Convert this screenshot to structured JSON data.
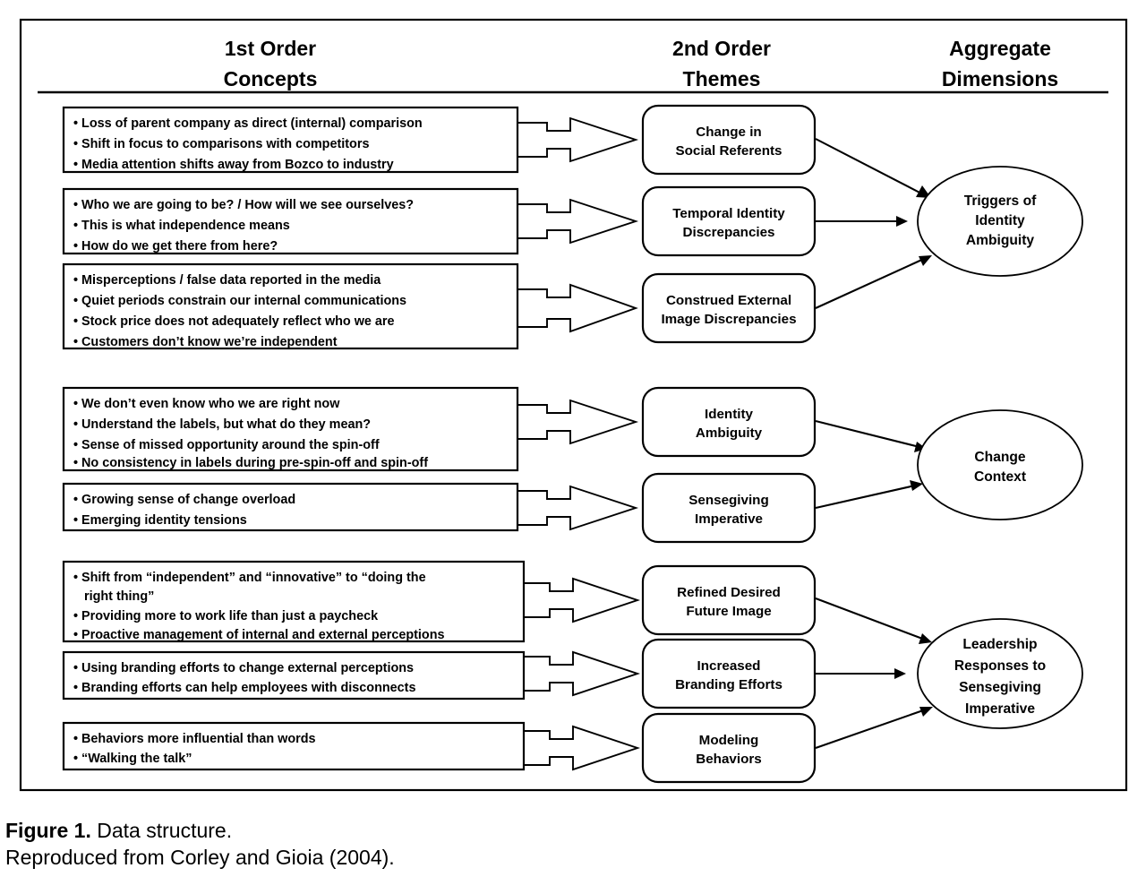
{
  "figure": {
    "headers": [
      {
        "line1": "1st Order",
        "line2": "Concepts"
      },
      {
        "line1": "2nd Order",
        "line2": "Themes"
      },
      {
        "line1": "Aggregate",
        "line2": "Dimensions"
      }
    ],
    "first_order_concepts": [
      {
        "id": "concept-social-referents",
        "bullets": [
          "Loss of parent company as direct (internal) comparison",
          "Shift in focus to comparisons with competitors",
          "Media attention shifts away from Bozco to industry"
        ]
      },
      {
        "id": "concept-temporal-identity",
        "bullets": [
          "Who we are going to be? / How will we see ourselves?",
          "This is what independence means",
          "How do we get there from here?"
        ]
      },
      {
        "id": "concept-construed-external-image",
        "bullets": [
          "Misperceptions / false data reported in the media",
          "Quiet periods constrain our internal communications",
          "Stock price does not adequately reflect who we are",
          "Customers don’t know we’re independent"
        ]
      },
      {
        "id": "concept-identity-ambiguity",
        "bullets": [
          "We don’t even know who we are right now",
          "Understand the labels, but what do they mean?",
          "Sense of missed opportunity around the spin-off",
          "No consistency in labels during pre-spin-off and spin-off"
        ]
      },
      {
        "id": "concept-sensegiving-imperative",
        "bullets": [
          "Growing sense of change overload",
          "Emerging identity tensions"
        ]
      },
      {
        "id": "concept-refined-desired-future-image",
        "bullets": [
          "Shift from “independent” and “innovative” to “doing the right thing”",
          "Providing more to work life than just a paycheck",
          "Proactive management of internal and external perceptions"
        ]
      },
      {
        "id": "concept-increased-branding-efforts",
        "bullets": [
          "Using branding efforts to change external perceptions",
          "Branding efforts can help employees with disconnects"
        ]
      },
      {
        "id": "concept-modeling-behaviors",
        "bullets": [
          "Behaviors more influential than words",
          "“Walking the talk”"
        ]
      }
    ],
    "second_order_themes": [
      {
        "id": "theme-change-in-social-referents",
        "lines": [
          "Change in",
          "Social Referents"
        ]
      },
      {
        "id": "theme-temporal-identity-discrepancies",
        "lines": [
          "Temporal Identity",
          "Discrepancies"
        ]
      },
      {
        "id": "theme-construed-external-image-discrepancies",
        "lines": [
          "Construed External",
          "Image Discrepancies"
        ]
      },
      {
        "id": "theme-identity-ambiguity",
        "lines": [
          "Identity",
          "Ambiguity"
        ]
      },
      {
        "id": "theme-sensegiving-imperative",
        "lines": [
          "Sensegiving",
          "Imperative"
        ]
      },
      {
        "id": "theme-refined-desired-future-image",
        "lines": [
          "Refined Desired",
          "Future Image"
        ]
      },
      {
        "id": "theme-increased-branding-efforts",
        "lines": [
          "Increased",
          "Branding Efforts"
        ]
      },
      {
        "id": "theme-modeling-behaviors",
        "lines": [
          "Modeling",
          "Behaviors"
        ]
      }
    ],
    "aggregate_dimensions": [
      {
        "id": "dimension-triggers-of-identity-ambiguity",
        "lines": [
          "Triggers of",
          "Identity",
          "Ambiguity"
        ]
      },
      {
        "id": "dimension-change-context",
        "lines": [
          "Change",
          "Context"
        ]
      },
      {
        "id": "dimension-leadership-responses",
        "lines": [
          "Leadership",
          "Responses to",
          "Sensegiving",
          "Imperative"
        ]
      }
    ],
    "colors": {
      "stroke": "#000000",
      "fill": "#ffffff",
      "text": "#000000"
    }
  },
  "caption": {
    "label": "Figure 1.",
    "title": " Data structure.",
    "source": "Reproduced from Corley and Gioia (2004)."
  }
}
